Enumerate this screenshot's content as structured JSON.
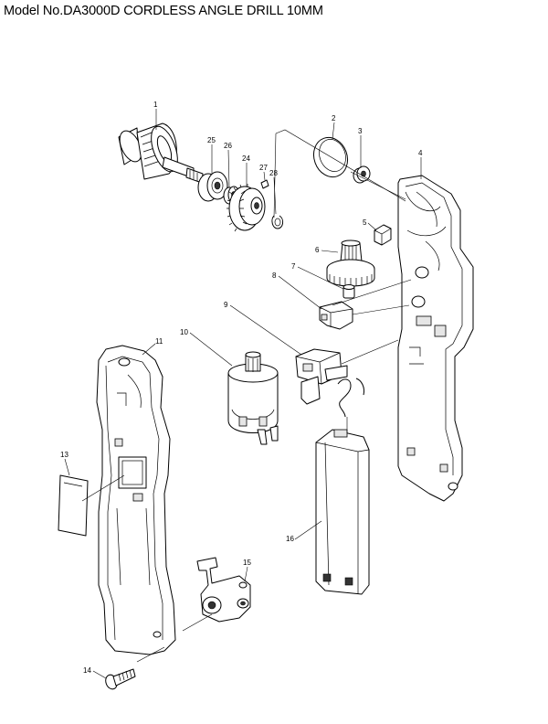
{
  "title": "Model No.DA3000D CORDLESS ANGLE DRILL 10MM",
  "parts": [
    {
      "key": "p1",
      "number": "1"
    },
    {
      "key": "p2",
      "number": "2"
    },
    {
      "key": "p3",
      "number": "3"
    },
    {
      "key": "p4",
      "number": "4"
    },
    {
      "key": "p5",
      "number": "5"
    },
    {
      "key": "p6",
      "number": "6"
    },
    {
      "key": "p7",
      "number": "7"
    },
    {
      "key": "p8",
      "number": "8"
    },
    {
      "key": "p9",
      "number": "9"
    },
    {
      "key": "p10",
      "number": "10"
    },
    {
      "key": "p11",
      "number": "11"
    },
    {
      "key": "p13",
      "number": "13"
    },
    {
      "key": "p14",
      "number": "14"
    },
    {
      "key": "p15",
      "number": "15"
    },
    {
      "key": "p16",
      "number": "16"
    },
    {
      "key": "p24",
      "number": "24"
    },
    {
      "key": "p25",
      "number": "25"
    },
    {
      "key": "p26",
      "number": "26"
    },
    {
      "key": "p27",
      "number": "27"
    },
    {
      "key": "p28",
      "number": "28"
    }
  ]
}
